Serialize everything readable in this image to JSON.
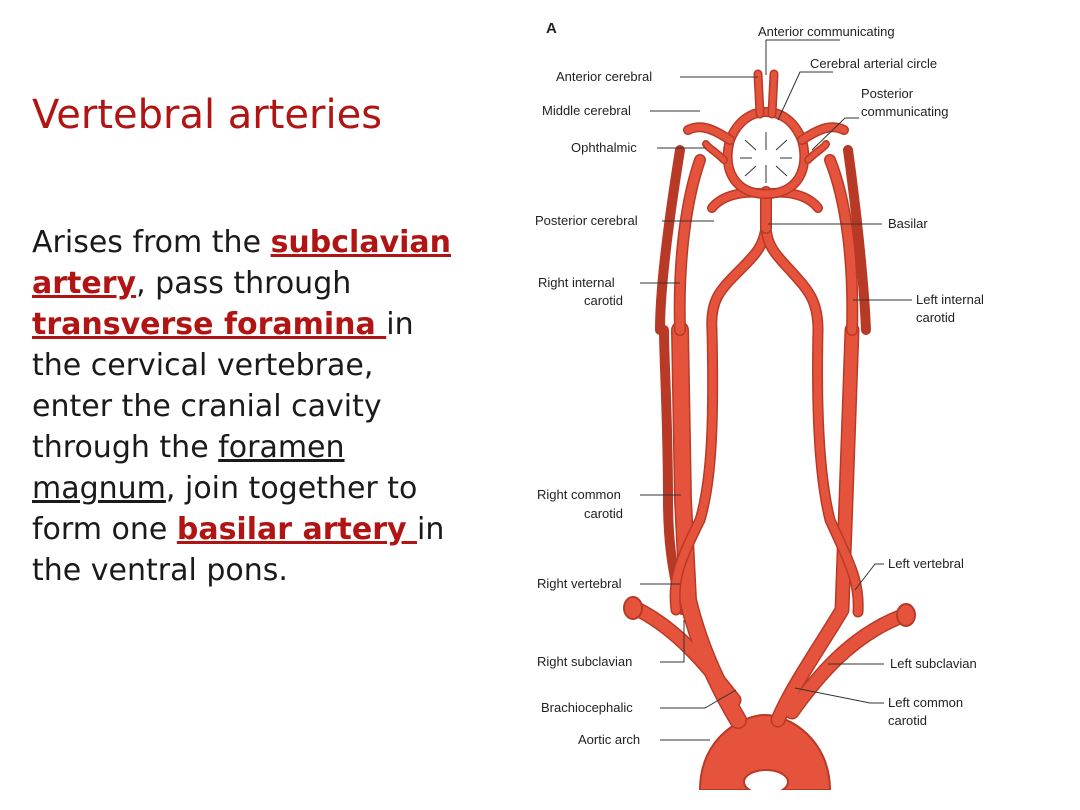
{
  "slide": {
    "title": "Vertebral arteries",
    "body": {
      "t1": "Arises from the ",
      "l1": "subclavian artery",
      "t2": ", pass through ",
      "l2": "transverse foramina ",
      "t3": "in the cervical vertebrae, enter the cranial cavity through the ",
      "l3": "foramen magnum",
      "t4": ", join together to form one ",
      "l4": "basilar artery ",
      "t5": "in the ventral pons."
    }
  },
  "diagram": {
    "panel_letter": "A",
    "labels": {
      "anterior_communicating": "Anterior communicating",
      "cerebral_arterial_circle": "Cerebral arterial circle",
      "anterior_cerebral": "Anterior cerebral",
      "posterior_communicating_1": "Posterior",
      "posterior_communicating_2": "communicating",
      "middle_cerebral": "Middle cerebral",
      "ophthalmic": "Ophthalmic",
      "posterior_cerebral": "Posterior cerebral",
      "basilar": "Basilar",
      "right_internal_carotid_1": "Right internal",
      "right_internal_carotid_2": "carotid",
      "left_internal_carotid_1": "Left internal",
      "left_internal_carotid_2": "carotid",
      "right_common_carotid_1": "Right common",
      "right_common_carotid_2": "carotid",
      "left_vertebral": "Left vertebral",
      "right_vertebral": "Right vertebral",
      "right_subclavian": "Right subclavian",
      "left_subclavian": "Left subclavian",
      "brachiocephalic": "Brachiocephalic",
      "left_common_carotid_1": "Left common",
      "left_common_carotid_2": "carotid",
      "aortic_arch": "Aortic arch"
    },
    "colors": {
      "artery": "#e5533c",
      "artery_edge": "#b83a26",
      "title": "#b01513"
    }
  }
}
